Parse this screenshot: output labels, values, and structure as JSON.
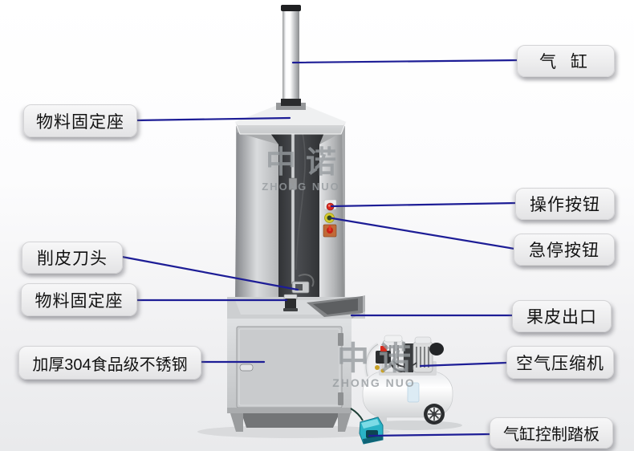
{
  "watermark": {
    "logo": "中诺",
    "subtext": "ZHONG NUO"
  },
  "labels": {
    "cylinder": "气 缸",
    "holder_top": "物料固定座",
    "operate": "操作按钮",
    "estop": "急停按钮",
    "blade": "削皮刀头",
    "holder_bottom": "物料固定座",
    "outlet": "果皮出口",
    "steel": "加厚304食品级不锈钢",
    "compressor": "空气压缩机",
    "pedal": "气缸控制踏板"
  },
  "colors": {
    "leader_line": "#1d1d96",
    "label_bg": "#ededee",
    "label_text": "#121212",
    "operate_button_red": "#d7281e",
    "estop_yellow": "#d3c92c",
    "switch_plate_orange": "#c06a38",
    "pedal_teal": "#2ab3c6",
    "machine_steel_light": "#d9dbdd",
    "machine_channel_dark": "#2a2c2e"
  }
}
